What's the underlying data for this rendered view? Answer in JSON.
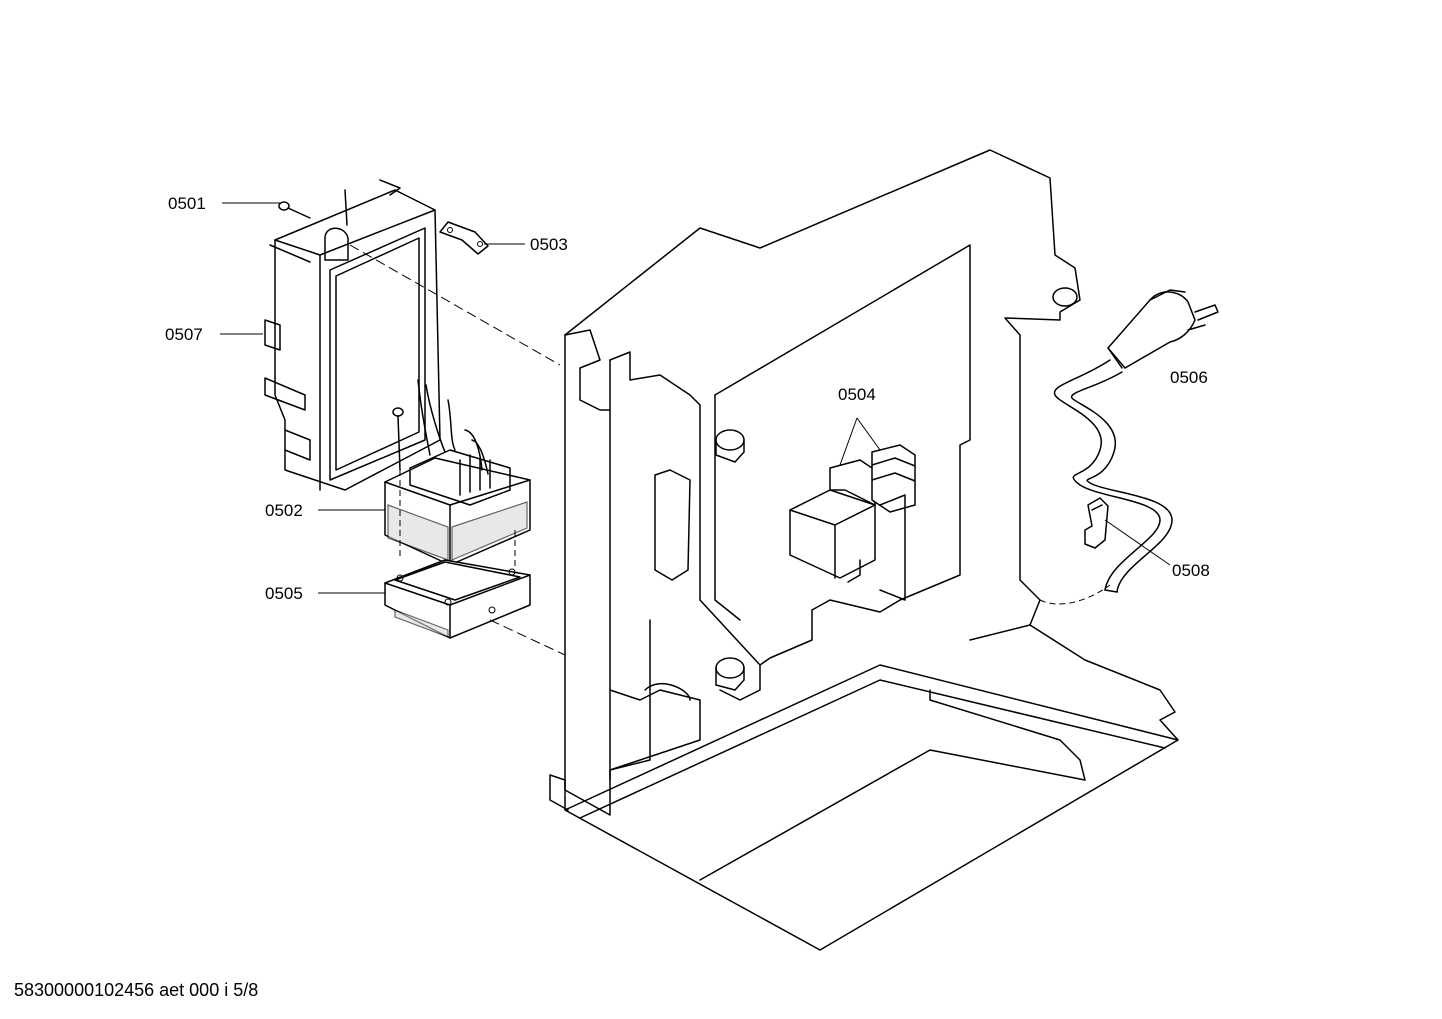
{
  "callouts": {
    "c0501": "0501",
    "c0502": "0502",
    "c0503": "0503",
    "c0504": "0504",
    "c0505": "0505",
    "c0506": "0506",
    "c0507": "0507",
    "c0508": "0508"
  },
  "footer": "58300000102456 aet 000 i 5/8"
}
